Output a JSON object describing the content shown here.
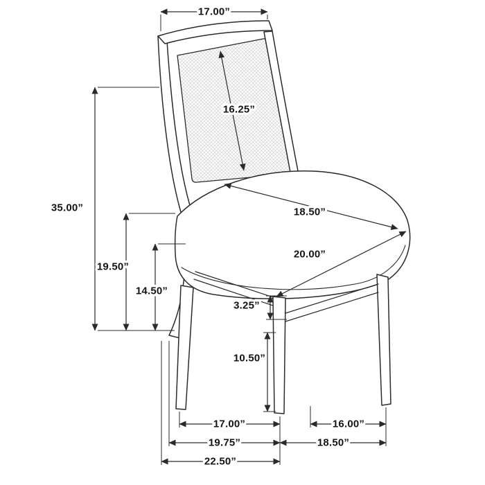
{
  "diagram": {
    "kind": "furniture dimension drawing",
    "background": "#ffffff",
    "line_color": "#2a2a2a",
    "cane_color": "#c9c9c9"
  },
  "dimensions": {
    "back_top_width": "17.00”",
    "back_panel_diagonal": "16.25”",
    "overall_height": "35.00”",
    "height_19_50": "19.50”",
    "height_14_50": "14.50”",
    "seat_diagonal_depth": "18.50”",
    "seat_diagonal_width": "20.00”",
    "apron_height": "3.25”",
    "leg_height": "10.50”",
    "feet_span_left_inner": "17.00”",
    "feet_span_right_inner": "16.00”",
    "feet_span_left_mid": "19.75”",
    "feet_span_right_outer": "18.50”",
    "feet_span_left_outer": "22.50”"
  }
}
